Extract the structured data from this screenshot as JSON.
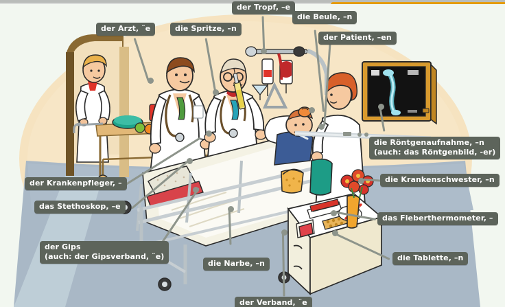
{
  "page": {
    "title": "Im Krankenhaus - Bildwoerterbuch",
    "background_color": "#f2f7f0",
    "accent_bar_color": "#e09a0c",
    "label_bg_color": "#5d645b",
    "label_text_color": "#ffffff",
    "leader_color": "#8d948b",
    "floor_color": "#a9b8c6",
    "wall_color": "#f3debb"
  },
  "labels": [
    {
      "id": "arzt",
      "text": "der Arzt, ¨e",
      "line2": ""
    },
    {
      "id": "spritze",
      "text": "die Spritze, –n",
      "line2": ""
    },
    {
      "id": "tropf",
      "text": "der Tropf, –e",
      "line2": ""
    },
    {
      "id": "beule",
      "text": "die Beule, –n",
      "line2": ""
    },
    {
      "id": "patient",
      "text": "der Patient, –en",
      "line2": ""
    },
    {
      "id": "roentgenaufnahme",
      "text": "die Röntgenaufnahme, –n",
      "line2": "(auch: das Röntgenbild, -er)"
    },
    {
      "id": "krankenschwester",
      "text": "die Krankenschwester, –n",
      "line2": ""
    },
    {
      "id": "fieberthermometer",
      "text": "das Fieberthermometer, –",
      "line2": ""
    },
    {
      "id": "tablette",
      "text": "die Tablette, –n",
      "line2": ""
    },
    {
      "id": "krankenpfleger",
      "text": "der Krankenpfleger, –",
      "line2": ""
    },
    {
      "id": "stethoskop",
      "text": "das Stethoskop, –e",
      "line2": ""
    },
    {
      "id": "gips",
      "text": "der Gips",
      "line2": "(auch: der Gipsverband, ¨e)"
    },
    {
      "id": "narbe",
      "text": "die Narbe, –n",
      "line2": ""
    },
    {
      "id": "verband",
      "text": "der Verband, ¨e",
      "line2": ""
    }
  ],
  "scene_objects": [
    {
      "name": "orderly-pushing-food-cart",
      "description": "Krankenpfleger in white uniform pushing a wooden meal trolley with bowls and a blue tray"
    },
    {
      "name": "doctor-with-stethoscope",
      "description": "Young doctor in white coat with green tie and stethoscope"
    },
    {
      "name": "doctor-with-syringe",
      "description": "Older bald doctor with glasses holding a syringe and a glass"
    },
    {
      "name": "iv-drip-stand",
      "description": "Infusion stand with clear bag and red blood bag plus traction triangle"
    },
    {
      "name": "hospital-bed",
      "description": "Hospital bed with side rails, white blanket and patient"
    },
    {
      "name": "patient-in-bed",
      "description": "Patient with a bump on his head, a leg in a cast and a thermometer"
    },
    {
      "name": "nurse-red-hair",
      "description": "Krankenschwester with red hair in white uniform standing beside the bed"
    },
    {
      "name": "xray-lightbox",
      "description": "Wall mounted light box showing an x-ray of a leg bone"
    },
    {
      "name": "bedside-table",
      "description": "Bedside cabinet with pill packets, a thermometer, a bandage and flowers"
    },
    {
      "name": "flower-vase",
      "description": "Orange vase with red flowers"
    }
  ]
}
